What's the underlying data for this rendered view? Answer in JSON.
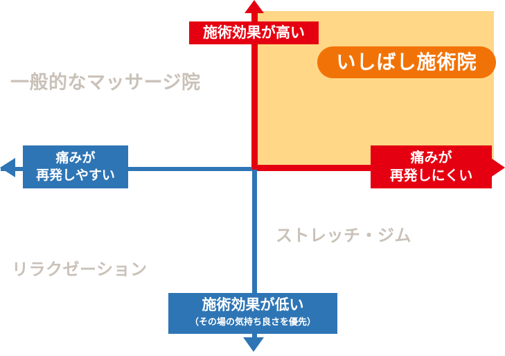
{
  "colors": {
    "red": "#e50011",
    "blue": "#2e75b5",
    "yellow": "#ffd787",
    "orange": "#f17308",
    "gray_label": "#c9c1b8"
  },
  "highlight": {
    "clinic_name": "いしばし施術院"
  },
  "axis_labels": {
    "top": "施術効果が高い",
    "bottom_line1": "施術効果が低い",
    "bottom_line2": "（その場の気持ち良さを優先）",
    "left_line1": "痛みが",
    "left_line2": "再発しやすい",
    "right_line1": "痛みが",
    "right_line2": "再発しにくい"
  },
  "quadrant_labels": {
    "top_left": "一般的なマッサージ院",
    "bottom_right": "ストレッチ・ジム",
    "bottom_left": "リラクゼーション"
  }
}
